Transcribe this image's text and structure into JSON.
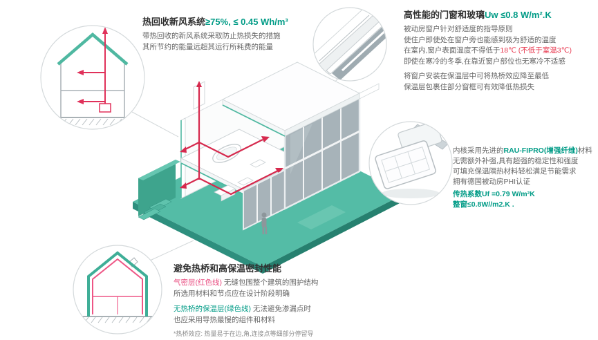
{
  "colors": {
    "accent_green": "#009B86",
    "accent_red": "#E8384F",
    "accent_pink": "#E8497E",
    "illustration_teal": "#4FB8A1",
    "duct_red": "#D6294D"
  },
  "blocks": {
    "heat_recovery": {
      "title": "热回收新风系统",
      "title_value": "≥75%, ≤ 0.45 Wh/m³",
      "line1": "带热回收的新风系统采取防止热损失的措施",
      "line2": "其所节约的能量远超其运行所耗费的能量"
    },
    "windows": {
      "title": "高性能的门窗和玻璃",
      "title_value": "Uw ≤0.8 W/m².K",
      "line1": "被动房窗户针对舒适度的指导原则",
      "line2": "使住户即使处在窗户旁也能感到极为舒适的温度",
      "line3_pre": "在室内,窗户表面温度不得低于",
      "line3_red": "18℃ (不低于室温3℃)",
      "line4": "即使在寒冷的冬季,在靠近窗户部位也无寒冷不适感",
      "line5": "将窗户安装在保温层中可将热桥效应降至最低",
      "line6": "保温层包裹住部分窗框可有效降低热损失"
    },
    "profile": {
      "line1_pre": "内核采用先进的",
      "line1_green": "RAU-FIPRO(增强纤维)",
      "line1_post": "材料",
      "line2": "无需额外补强,具有超强的稳定性和强度",
      "line3": "可填充保温隔热材料轻松满足节能需求",
      "line4": "拥有德国被动房PHI认证",
      "value1": "传热系数Uf =0.79 W/m²K",
      "value2": "整窗≤0.8W//m2.K ."
    },
    "thermal": {
      "title": "避免热桥和高保温密封性能",
      "p1_label": "气密层(红色线)",
      "p1_text": " 无缝包围整个建筑的围护结构",
      "p1_line2": "所选用材料和节点应在设计阶段明确",
      "p2_label": "无热桥的保温层(绿色线)",
      "p2_text": " 无法避免渗漏点时",
      "p2_line2": "也应采用导热最慢的组件和材料",
      "footnote": "*热桥效应: 热量易于在边,角,连接点等细部分停留导"
    }
  }
}
